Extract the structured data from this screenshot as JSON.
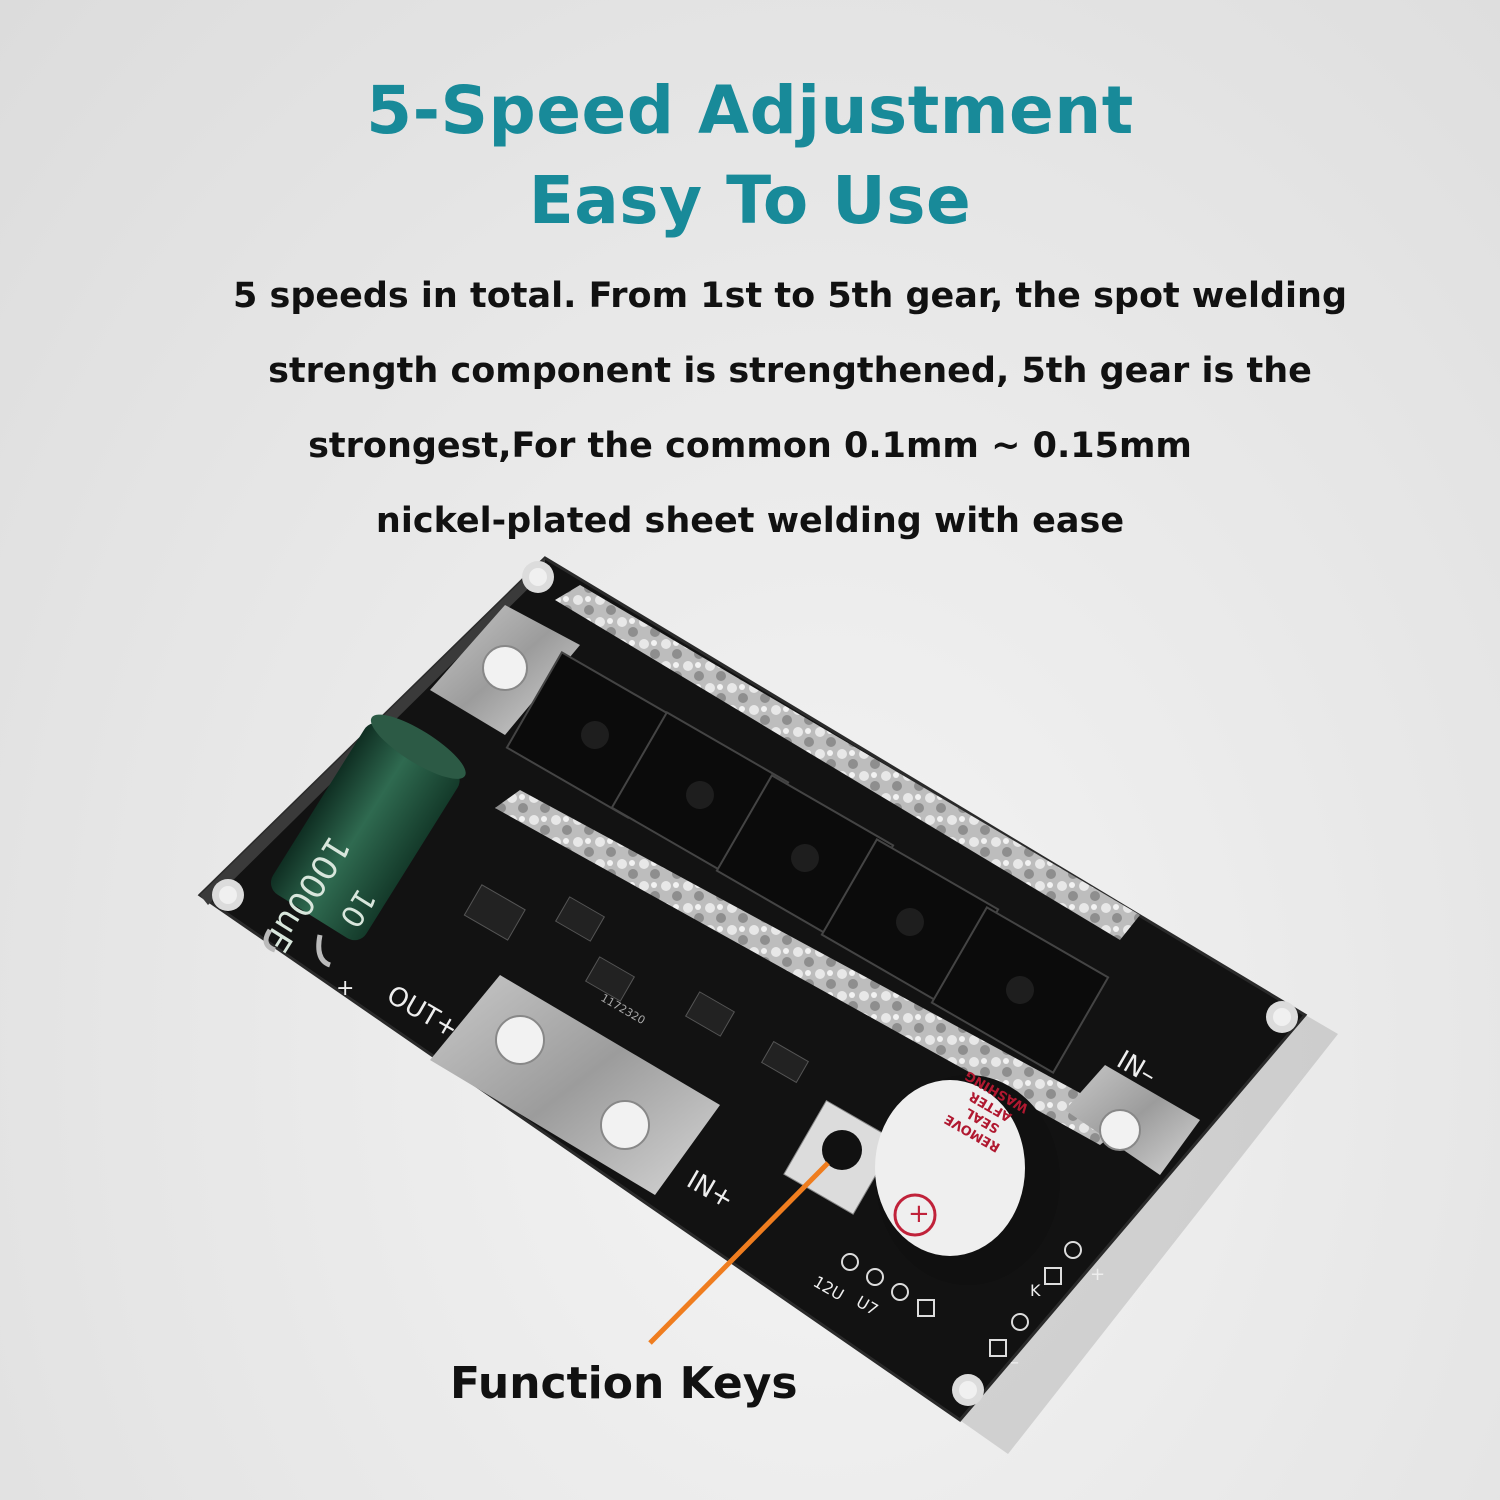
{
  "heading": {
    "line1": "5-Speed Adjustment",
    "line2": "Easy To Use"
  },
  "description": {
    "line1": "5 speeds in total. From 1st to 5th gear, the spot welding",
    "line2": "strength component is strengthened, 5th gear is the",
    "line3": "strongest,For the common 0.1mm ~ 0.15mm",
    "line4": "nickel-plated sheet welding with ease"
  },
  "board": {
    "capacitor_label": "1000uF",
    "capacitor_label2": "10",
    "out_plus": "OUT+",
    "in_plus": "IN+",
    "in_minus": "IN–",
    "chip_code": "1172320",
    "buzzer_line1": "REMOVE",
    "buzzer_line2": "SEAL",
    "buzzer_line3": "AFTER",
    "buzzer_line4": "WASHING",
    "pin_12v": "12U",
    "pin_u7": "U7",
    "pin_plus": "+",
    "pin_minus": "–",
    "pin_k": "K",
    "plus_sign": "+"
  },
  "callout_label": "Function Keys",
  "colors": {
    "heading": "#188a99",
    "text": "#111111",
    "board": "#111111",
    "callout_line": "#ef7d1f",
    "capacitor": "#1f4a38"
  }
}
